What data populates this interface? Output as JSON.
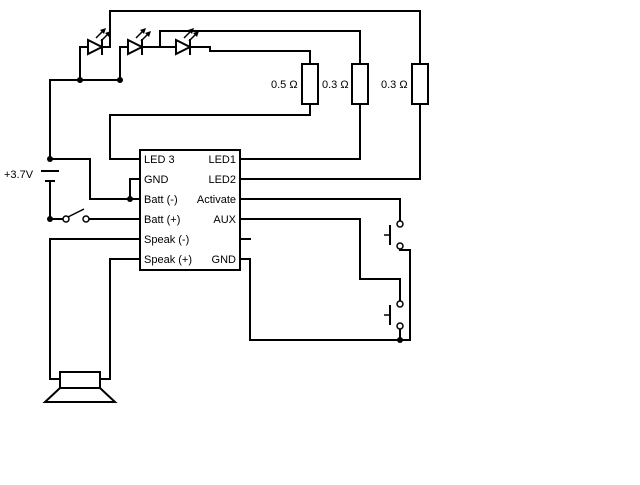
{
  "battery": {
    "voltage_label": "+3.7V"
  },
  "resistors": [
    {
      "id": "r1",
      "label": "0.5 Ω"
    },
    {
      "id": "r2",
      "label": "0.3 Ω"
    },
    {
      "id": "r3",
      "label": "0.3 Ω"
    }
  ],
  "module": {
    "left_pins": [
      "LED 3",
      "GND",
      "Batt (-)",
      "Batt (+)",
      "Speak (-)",
      "Speak (+)"
    ],
    "right_pins": [
      "LED1",
      "LED2",
      "Activate",
      "AUX",
      "",
      "GND"
    ]
  },
  "leds": {
    "count": 3
  },
  "switches": {
    "power_switch": "slide",
    "push_buttons": 2
  },
  "speaker": {
    "present": true
  }
}
